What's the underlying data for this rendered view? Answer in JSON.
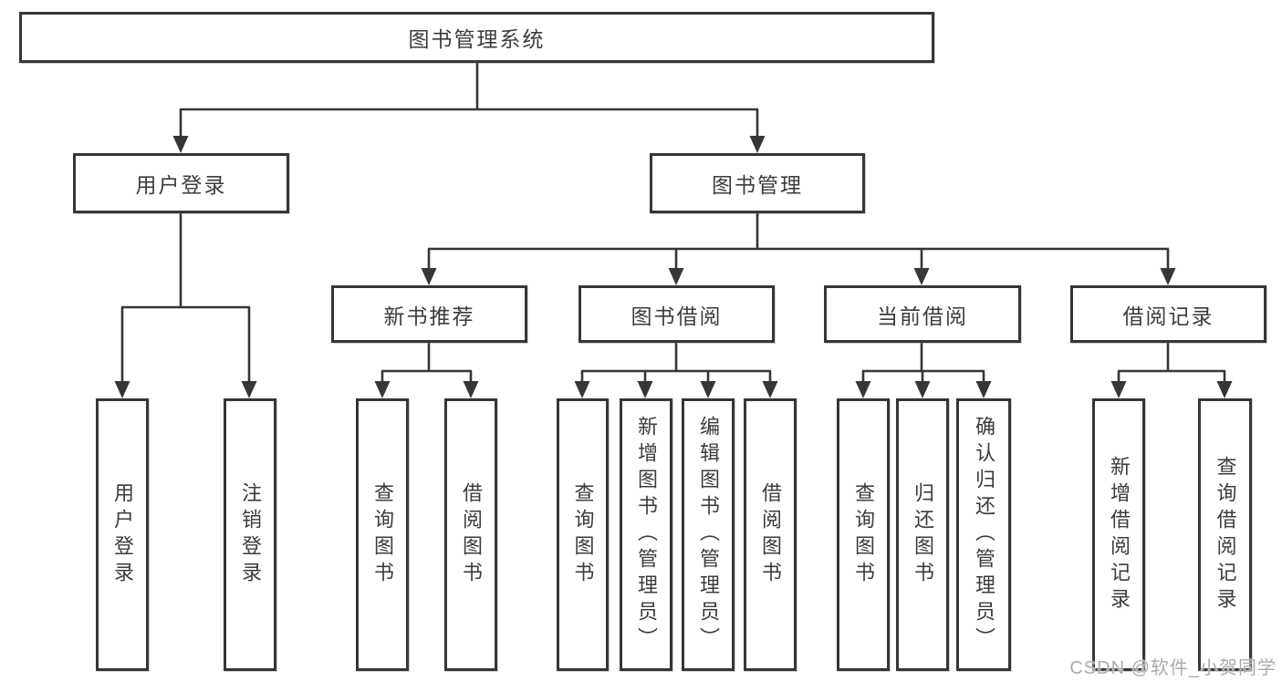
{
  "diagram": {
    "root": {
      "label": "图书管理系统"
    },
    "level2": {
      "user_login": {
        "label": "用户登录"
      },
      "book_mgmt": {
        "label": "图书管理"
      }
    },
    "level3": {
      "new_books": {
        "label": "新书推荐"
      },
      "book_borrow": {
        "label": "图书借阅"
      },
      "current_borrow": {
        "label": "当前借阅"
      },
      "borrow_records": {
        "label": "借阅记录"
      }
    },
    "leaves": {
      "user_login": [
        "用户登录",
        "注销登录"
      ],
      "new_books": [
        "查询图书",
        "借阅图书"
      ],
      "book_borrow": [
        "查询图书",
        "新增图书（管理员）",
        "编辑图书（管理员）",
        "借阅图书"
      ],
      "current_borrow": [
        "查询图书",
        "归还图书",
        "确认归还（管理员）"
      ],
      "borrow_records": [
        "新增借阅记录",
        "查询借阅记录"
      ]
    },
    "watermark": "CSDN @软件_小贺同学",
    "colors": {
      "line": "#363636",
      "text": "#3c3c3c",
      "watermark": "#ababab",
      "background": "#ffffff"
    }
  }
}
